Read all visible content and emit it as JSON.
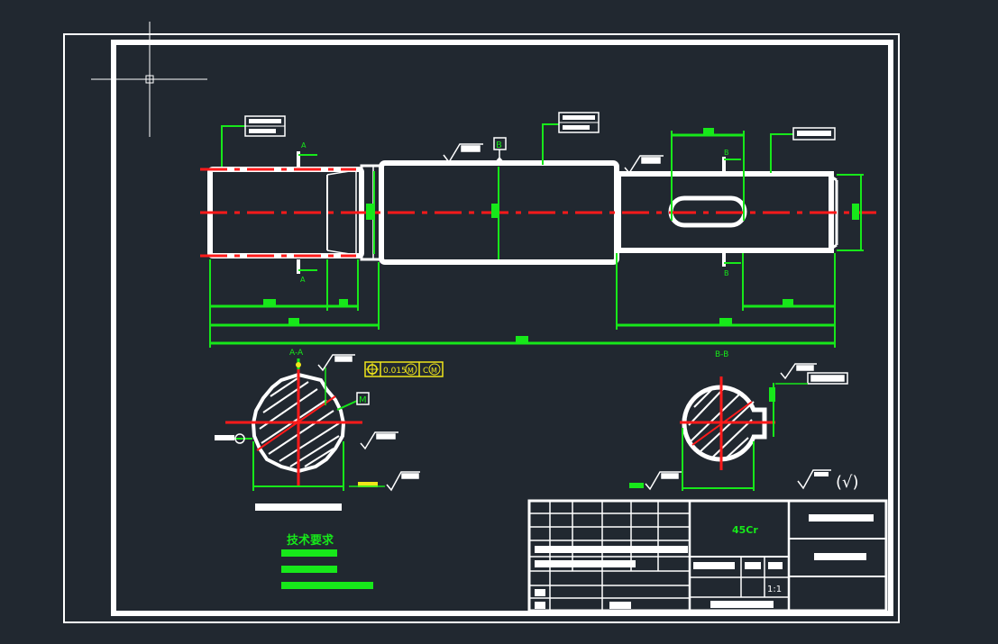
{
  "drawing": {
    "datum_label": "B",
    "section_aa_label": "A-A",
    "section_bb_label": "B-B",
    "cut_marks": [
      "A",
      "A",
      "B",
      "B"
    ],
    "position_tolerance": {
      "value": "0.015",
      "modifier_1": "M",
      "datum": "C",
      "modifier_2": "M"
    },
    "datum_m_label": "M",
    "scale": "1:1",
    "material": "45Cr",
    "check_symbol": "(√)",
    "tech_title": "技术要求"
  },
  "colors": {
    "background": "#212830",
    "outline": "#ffffff",
    "dimension": "#17e81a",
    "centerline": "#ff1a1a",
    "tolerance": "#f0e61a"
  }
}
